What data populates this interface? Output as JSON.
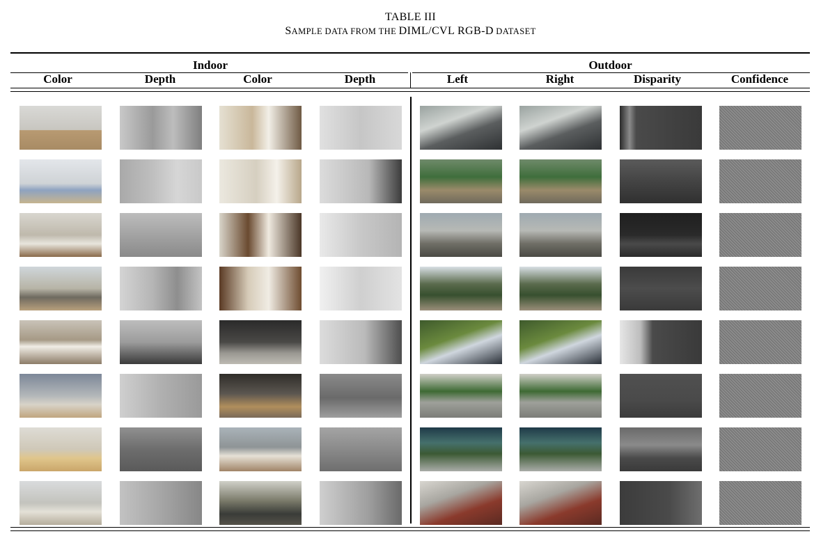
{
  "table": {
    "label": "TABLE III",
    "caption_first": "S",
    "caption_rest": "AMPLE DATA FROM THE ",
    "caption_dataset": "DIML/CVL RGB-D",
    "caption_tail": " DATASET",
    "groups": {
      "indoor": "Indoor",
      "outdoor": "Outdoor"
    },
    "columns": [
      "Color",
      "Depth",
      "Color",
      "Depth",
      "Left",
      "Right",
      "Disparity",
      "Confidence"
    ]
  }
}
